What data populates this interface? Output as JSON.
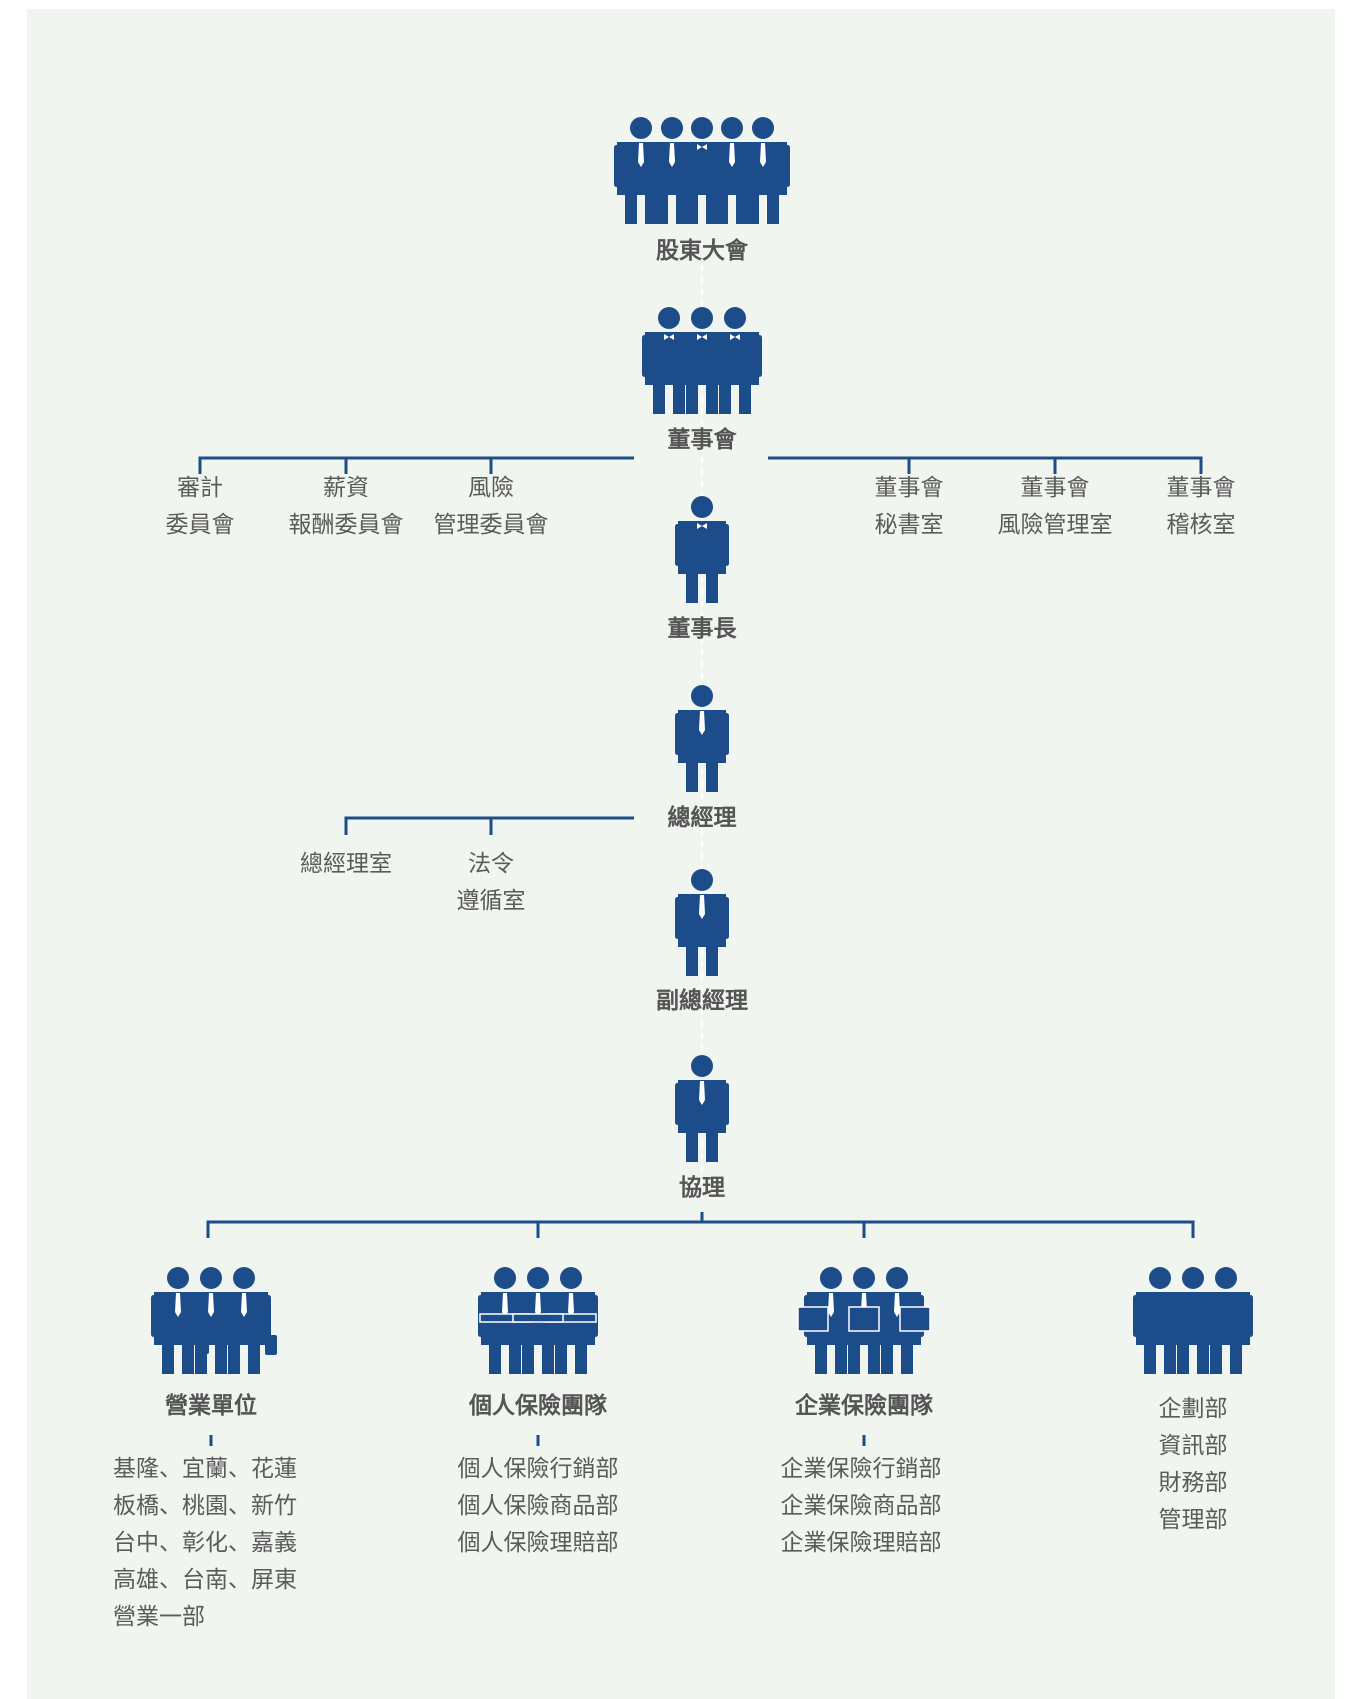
{
  "colors": {
    "background": "#f0f5ef",
    "figure": "#1c4d8a",
    "line": "#1c4d8a",
    "text": "#5b5b5b",
    "text_bold": "#555555"
  },
  "nodes": {
    "shareholders": "股東大會",
    "board": "董事會",
    "chairman": "董事長",
    "president": "總經理",
    "evp": "副總經理",
    "avp": "協理"
  },
  "board_committees": {
    "audit": [
      "審計",
      "委員會"
    ],
    "compensation": [
      "薪資",
      "報酬委員會"
    ],
    "risk": [
      "風險",
      "管理委員會"
    ],
    "secretariat": [
      "董事會",
      "秘書室"
    ],
    "risk_office": [
      "董事會",
      "風險管理室"
    ],
    "audit_office": [
      "董事會",
      "稽核室"
    ]
  },
  "president_offices": {
    "office": [
      "總經理室"
    ],
    "compliance": [
      "法令",
      "遵循室"
    ]
  },
  "divisions": {
    "sales": {
      "title": "營業單位",
      "items": [
        "基隆、宜蘭、花蓮",
        "板橋、桃園、新竹",
        "台中、彰化、嘉義",
        "高雄、台南、屏東",
        "營業一部"
      ]
    },
    "personal": {
      "title": "個人保險團隊",
      "items": [
        "個人保險行銷部",
        "個人保險商品部",
        "個人保險理賠部"
      ]
    },
    "corporate": {
      "title": "企業保險團隊",
      "items": [
        "企業保險行銷部",
        "企業保險商品部",
        "企業保險理賠部"
      ]
    },
    "admin": {
      "title": "",
      "items": [
        "企劃部",
        "資訊部",
        "財務部",
        "管理部"
      ]
    }
  },
  "icons": {
    "shareholders": "five-people-group-icon",
    "board": "three-people-group-icon",
    "chairman": "person-icon",
    "president": "person-tie-icon",
    "evp": "person-tie-icon",
    "avp": "person-tie-icon",
    "sales": "people-briefcase-icon",
    "personal": "people-folded-arms-icon",
    "corporate": "people-laptop-icon",
    "admin": "three-people-group-icon"
  }
}
